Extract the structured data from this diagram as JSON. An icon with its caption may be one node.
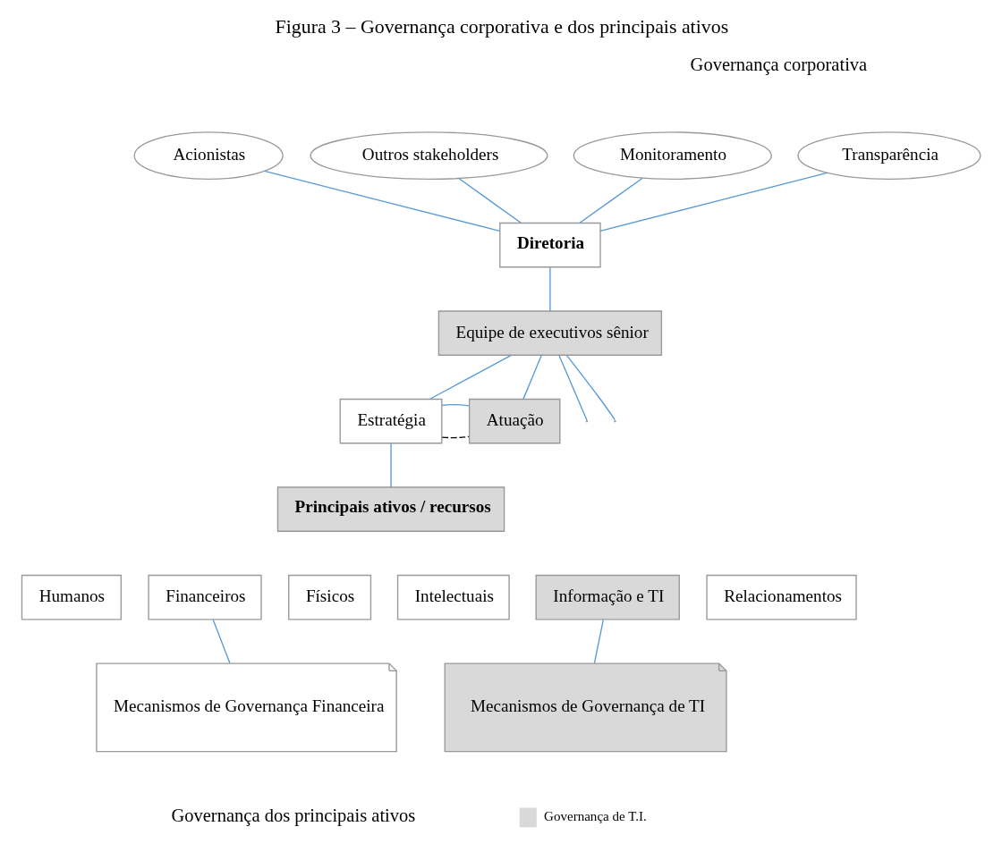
{
  "diagram": {
    "title": "Figura 3 – Governança corporativa e dos principais ativos",
    "nodes": [
      {
        "text": [
          "Acionistas"
        ]
      },
      {
        "text": [
          "Outros stakeholders"
        ]
      },
      {
        "text": [
          "Diretoria"
        ]
      },
      {
        "text": [
          "Monitoramento"
        ]
      },
      {
        "text": [
          "Transparência"
        ]
      },
      {
        "text": [
          "Equipe de executivos sênior"
        ]
      },
      {
        "text": [
          "Estratégia"
        ]
      },
      {
        "text": [
          "Atuação"
        ]
      },
      {
        "text": [
          "Principais ativos / recursos"
        ]
      },
      {
        "text": [
          "Humanos"
        ]
      },
      {
        "text": [
          "Financeiros"
        ]
      },
      {
        "text": [
          "Físicos"
        ]
      },
      {
        "text": [
          "Intelectuais"
        ]
      },
      {
        "text": [
          "Informação e TI"
        ]
      },
      {
        "text": [
          "Relacionamentos"
        ]
      },
      {
        "text": [
          "Mecanismos de Governança Financeira"
        ]
      },
      {
        "text": [
          "Mecanismos de Governança de TI"
        ]
      }
    ],
    "edges": [
      {
        "from": 0,
        "to": 2,
        "arrow": "none"
      },
      {
        "from": 1,
        "to": 2,
        "arrow": "none"
      },
      {
        "from": 3,
        "to": 2,
        "arrow": "none"
      },
      {
        "from": 4,
        "to": 2,
        "arrow": "none"
      },
      {
        "from": 2,
        "to": 5,
        "arrow": "none"
      },
      {
        "from": 5,
        "to": 6,
        "arrow": "none"
      },
      {
        "from": 5,
        "to": 7,
        "arrow": "none"
      },
      {
        "from": 6,
        "to": 7,
        "arrow": "none",
        "style": "dashed",
        "color": "#000000"
      },
      {
        "from": 6,
        "to": 7,
        "arrow": "none"
      },
      {
        "from": 6,
        "to": 8,
        "arrow": "none"
      },
      {
        "from": 10,
        "to": 15,
        "arrow": "none"
      },
      {
        "from": 13,
        "to": 16,
        "arrow": "none"
      },
      {
        "from": 5,
        "to": null,
        "arrow": "none"
      },
      {
        "from": 5,
        "to": null,
        "arrow": "none"
      }
    ],
    "labels": [
      "Governança corporativa",
      "Governança dos principais ativos"
    ],
    "legend": [
      {
        "text": "Governança de T.I.",
        "color": "#d9d9d9"
      }
    ]
  }
}
